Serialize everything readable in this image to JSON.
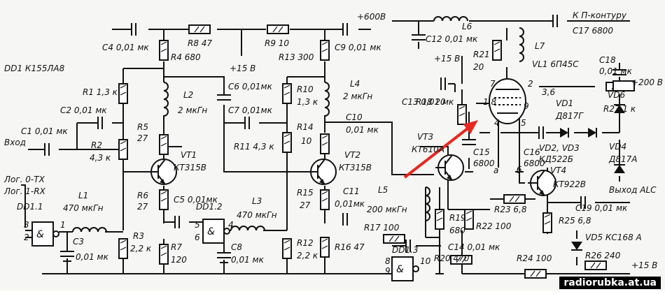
{
  "labels": {
    "dd1": "DD1  К155ЛА8",
    "dd11": "DD1.1",
    "dd12": "DD1.2",
    "dd13": "DD1.3",
    "input": "Вход",
    "log0": "Лог. 0-TX",
    "log1": "Лог. 1-RX",
    "plus600": "+600В",
    "kp": "К П-контуру",
    "plus15a": "+15 В",
    "plus15b": "+15 В",
    "plus15c": "+15 В",
    "plus200": "+200 В",
    "alc": "Выход ALC",
    "a": "а",
    "b": "б",
    "watermark": "radiorubka.at.ua"
  },
  "components": {
    "c1": "C1  0,01 мк",
    "c2": "C2  0,01 мк",
    "c3": "C3",
    "c3v": "0,01 мк",
    "c4": "C4  0,01 мк",
    "c5": "C5  0,01мк",
    "c6": "C6  0,01мк",
    "c7": "C7  0,01мк",
    "c8": "C8",
    "c8v": "0,01 мк",
    "c9": "C9  0,01 мк",
    "c10": "C10",
    "c10v": "0,01 мк",
    "c11": "C11",
    "c11v": "0,01мк",
    "c12": "C12  0,01 мк",
    "c13": "C13  0,01 мк",
    "c14": "C14  0,01 мк",
    "c15": "C15",
    "c15v": "6800",
    "c16": "C16",
    "c16v": "6800",
    "c17": "C17  6800",
    "c18": "C18",
    "c18v": "0,01 мк",
    "c19": "C19  0,01 мк",
    "r1": "R1  1,3 к",
    "r2": "R2",
    "r2v": "4,3 к",
    "r3": "R3",
    "r3v": "2,2 к",
    "r4": "R4  680",
    "r5": "R5",
    "r5v": "27",
    "r6": "R6",
    "r6v": "27",
    "r7": "R7",
    "r7v": "120",
    "r8": "R8  47",
    "r9": "R9  10",
    "r10": "R10",
    "r10v": "1,3 к",
    "r11": "R11  4,3 к",
    "r12": "R12",
    "r12v": "2,2 к",
    "r13": "R13  300",
    "r14": "R14",
    "r14v": "10",
    "r15": "R15",
    "r15v": "27",
    "r16": "R16  47",
    "r17": "R17  100",
    "r18": "R18  20",
    "r19": "R19",
    "r19v": "680",
    "r20": "R20  470",
    "r21": "R21",
    "r21v": "20",
    "r22": "R22  100",
    "r23": "R23  6,8",
    "r24": "R24  100",
    "r25": "R25  6,8",
    "r26": "R26  240",
    "r27": "R27  1 к",
    "l1": "L1",
    "l1v": "470 мкГн",
    "l2": "L2",
    "l2v": "2 мкГн",
    "l3": "L3",
    "l3v": "470 мкГн",
    "l4": "L4",
    "l4v": "2 мкГн",
    "l5": "L5",
    "l5v": "200 мкГн",
    "l6": "L6",
    "l7": "L7",
    "vt1": "VT1",
    "vt1v": "КТ315В",
    "vt2": "VT2",
    "vt2v": "КТ315В",
    "vt3": "VT3",
    "vt3v": "КТ610А",
    "vt4": "VT4",
    "vt4v": "КТ922В",
    "vl1": "VL1  6П45С",
    "vd1": "VD1",
    "vd1v": "Д817Г",
    "vd23": "VD2, VD3",
    "vd23v": "КД522Б",
    "vd4": "VD4",
    "vd4v": "Д817А",
    "vd5": "VD5  КС168 А",
    "vd6": "VD6"
  },
  "pins": {
    "p1": "1",
    "p2": "2",
    "p3": "3",
    "p4": "4",
    "p5": "5",
    "p6": "6",
    "p8": "8",
    "p9": "9",
    "p10": "10",
    "t2": "2",
    "t3": "3,6",
    "t4": "4",
    "t5": "5",
    "t7": "7",
    "t9": "9",
    "t18": "1,8"
  },
  "colors": {
    "arrow": "#e8281e",
    "ink": "#111111",
    "paper": "#f6f6f4"
  }
}
